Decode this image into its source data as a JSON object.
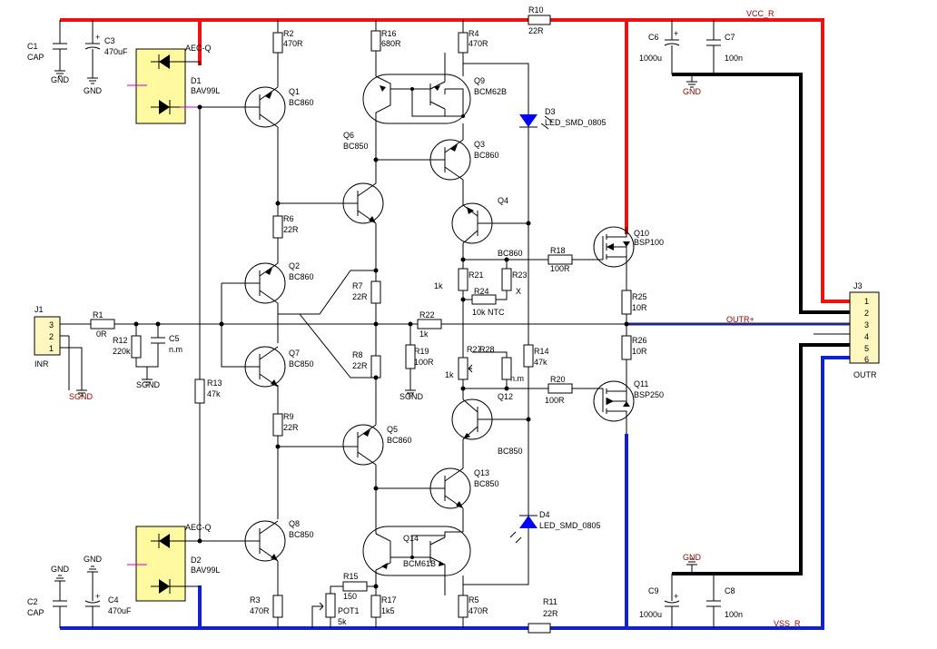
{
  "components": {
    "C1": {
      "ref": "C1",
      "value": "CAP"
    },
    "C2": {
      "ref": "C2",
      "value": "CAP"
    },
    "C3": {
      "ref": "C3",
      "value": "470uF"
    },
    "C4": {
      "ref": "C4",
      "value": "470uF"
    },
    "C5": {
      "ref": "C5",
      "value": "n.m"
    },
    "C6": {
      "ref": "C6",
      "value": "1000u"
    },
    "C7": {
      "ref": "C7",
      "value": "100n"
    },
    "C8": {
      "ref": "C8",
      "value": "100n"
    },
    "C9": {
      "ref": "C9",
      "value": "1000u"
    },
    "D1": {
      "ref": "D1",
      "value": "BAV99L",
      "tag": "AEC-Q"
    },
    "D2": {
      "ref": "D2",
      "value": "BAV99L",
      "tag": "AEC-Q"
    },
    "D3": {
      "ref": "D3",
      "value": "LED_SMD_0805"
    },
    "D4": {
      "ref": "D4",
      "value": "LED_SMD_0805"
    },
    "Q1": {
      "ref": "Q1",
      "value": "BC860"
    },
    "Q2": {
      "ref": "Q2",
      "value": "BC860"
    },
    "Q3": {
      "ref": "Q3",
      "value": "BC860"
    },
    "Q4": {
      "ref": "Q4",
      "value": "BC860"
    },
    "Q5": {
      "ref": "Q5",
      "value": "BC860"
    },
    "Q6": {
      "ref": "Q6",
      "value": "BC850"
    },
    "Q7": {
      "ref": "Q7",
      "value": "BC850"
    },
    "Q8": {
      "ref": "Q8",
      "value": "BC850"
    },
    "Q9": {
      "ref": "Q9",
      "value": "BCM62B"
    },
    "Q10": {
      "ref": "Q10",
      "value": "BSP100"
    },
    "Q11": {
      "ref": "Q11",
      "value": "BSP250"
    },
    "Q12": {
      "ref": "Q12",
      "value": "BC850"
    },
    "Q13": {
      "ref": "Q13",
      "value": "BC850"
    },
    "Q14": {
      "ref": "Q14",
      "value": "BCM61B"
    },
    "R1": {
      "ref": "R1",
      "value": "0R"
    },
    "R2": {
      "ref": "R2",
      "value": "470R"
    },
    "R3": {
      "ref": "R3",
      "value": "470R"
    },
    "R4": {
      "ref": "R4",
      "value": "470R"
    },
    "R5": {
      "ref": "R5",
      "value": "470R"
    },
    "R6": {
      "ref": "R6",
      "value": "22R"
    },
    "R7": {
      "ref": "R7",
      "value": "22R"
    },
    "R8": {
      "ref": "R8",
      "value": "22R"
    },
    "R9": {
      "ref": "R9",
      "value": "22R"
    },
    "R10": {
      "ref": "R10",
      "value": "22R"
    },
    "R11": {
      "ref": "R11",
      "value": "22R"
    },
    "R12": {
      "ref": "R12",
      "value": "220k"
    },
    "R13": {
      "ref": "R13",
      "value": "47k"
    },
    "R14": {
      "ref": "R14",
      "value": "47k"
    },
    "R15": {
      "ref": "R15",
      "value": "150"
    },
    "R16": {
      "ref": "R16",
      "value": "680R"
    },
    "R17": {
      "ref": "R17",
      "value": "1k5"
    },
    "R18": {
      "ref": "R18",
      "value": "100R"
    },
    "R19": {
      "ref": "R19",
      "value": "100R"
    },
    "R20": {
      "ref": "R20",
      "value": "100R"
    },
    "R21": {
      "ref": "R21",
      "value": "1k"
    },
    "R22": {
      "ref": "R22",
      "value": "1k"
    },
    "R23": {
      "ref": "R23",
      "value": "X"
    },
    "R24": {
      "ref": "R24",
      "value": "10k NTC"
    },
    "R25": {
      "ref": "R25",
      "value": "10R"
    },
    "R26": {
      "ref": "R26",
      "value": "10R"
    },
    "R27": {
      "ref": "R27",
      "value": "1k"
    },
    "R28": {
      "ref": "R28",
      "value": "n.m"
    },
    "POT1": {
      "ref": "POT1",
      "value": "5k"
    },
    "J1": {
      "ref": "J1",
      "value": "INR",
      "pins": [
        "3",
        "2",
        "1"
      ]
    },
    "J3": {
      "ref": "J3",
      "value": "OUTR",
      "pins": [
        "1",
        "2",
        "3",
        "4",
        "5",
        "6"
      ]
    }
  },
  "nets": {
    "vcc": "VCC_R",
    "vss": "VSS_R",
    "out": "OUTR+",
    "gnd": "GND",
    "sgnd": "SGND"
  },
  "colors": {
    "positive_rail": "#e11111",
    "negative_rail": "#1122cc",
    "ground_bus": "#000000",
    "output_bus": "#22277a",
    "diode_pack": "#fffaa0",
    "connector": "#fff6c0",
    "net_label": "#8b0000"
  }
}
